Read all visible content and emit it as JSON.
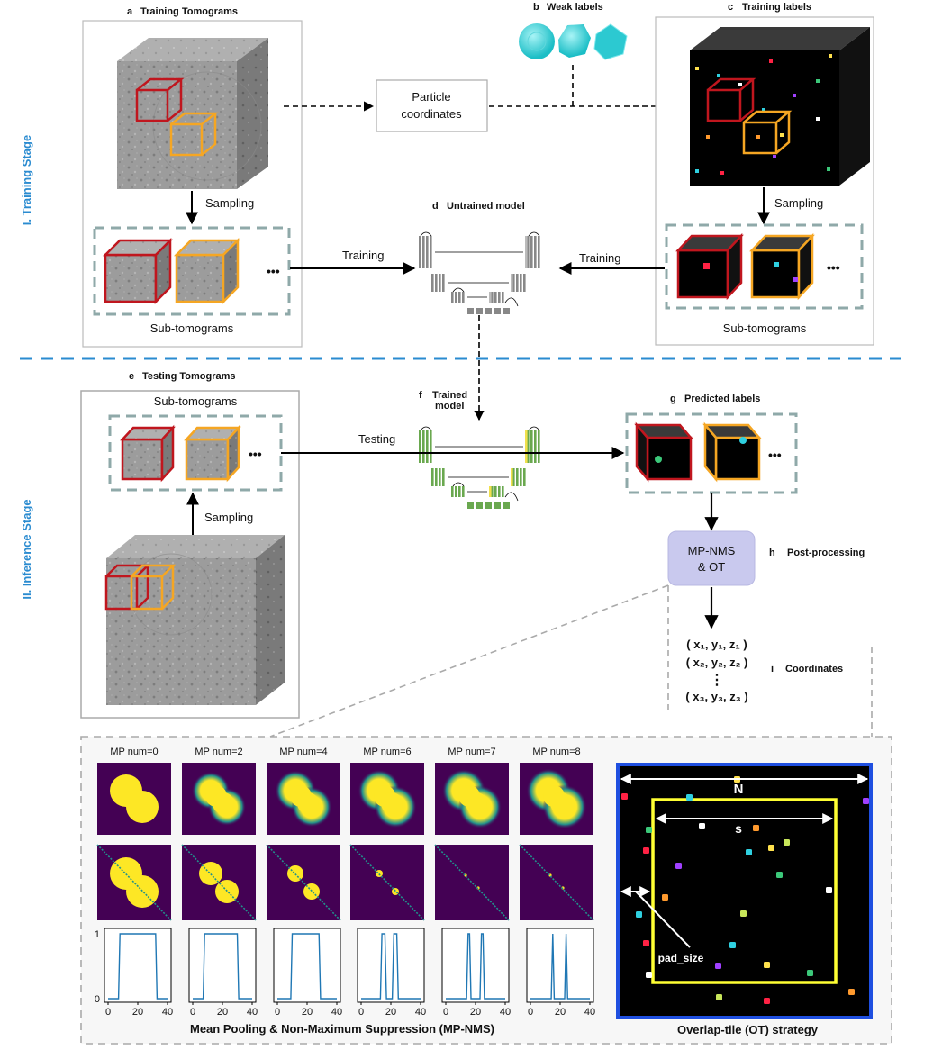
{
  "stage1": "I. Training Stage",
  "stage2": "II. Inference Stage",
  "panels": {
    "a": {
      "letter": "a",
      "title": "Training Tomograms"
    },
    "b": {
      "letter": "b",
      "title": "Weak labels"
    },
    "c": {
      "letter": "c",
      "title": "Training labels"
    },
    "d": {
      "letter": "d",
      "title": "Untrained model"
    },
    "e": {
      "letter": "e",
      "title": "Testing Tomograms"
    },
    "f": {
      "letter": "f",
      "title": "Trained",
      "title2": "model"
    },
    "g": {
      "letter": "g",
      "title": "Predicted labels"
    },
    "h": {
      "letter": "h",
      "title": "Post-processing"
    },
    "i": {
      "letter": "i",
      "title": "Coordinates"
    }
  },
  "labels": {
    "particle1": "Particle",
    "particle2": "coordinates",
    "sampling": "Sampling",
    "training": "Training",
    "testing": "Testing",
    "subtomograms": "Sub-tomograms",
    "ellipsis": "•••",
    "mpnms1": "MP-NMS",
    "mpnms2": "& OT",
    "coord1": "( x₁, y₁, z₁ )",
    "coord2": "( x₂, y₂, z₂ )",
    "coord3": "( x₃, y₃, z₃ )",
    "vdots": "⋮"
  },
  "bottom": {
    "mp_titles": [
      "MP num=0",
      "MP num=2",
      "MP num=4",
      "MP num=6",
      "MP num=7",
      "MP num=8"
    ],
    "caption_left": "Mean Pooling & Non-Maximum Suppression (MP-NMS)",
    "caption_right": "Overlap-tile (OT) strategy",
    "N": "N",
    "s": "s",
    "pad": "pad_size",
    "y_ticks": [
      "0",
      "1"
    ],
    "x_ticks": [
      "0",
      "20",
      "40"
    ]
  },
  "colors": {
    "stage_blue": "#2a8bd0",
    "red_cube": "#c0161e",
    "orange_cube": "#f5a623",
    "box_dash": "#8fa9a9",
    "heat_bg": "#440154",
    "heat_fg": "#fde725",
    "ot_border": "#1f4fe0",
    "ot_inner": "#ffff33",
    "plot_line": "#1f77b4",
    "proc_box": "#c9c9ee"
  },
  "chart_data": {
    "type": "line",
    "x_range": [
      0,
      40
    ],
    "y_range": [
      0,
      1
    ],
    "series": [
      {
        "x": [
          0,
          7,
          8,
          32,
          33,
          40
        ],
        "y": [
          0,
          0,
          1,
          1,
          0,
          0
        ]
      },
      {
        "x": [
          0,
          7,
          8,
          30,
          31,
          40
        ],
        "y": [
          0,
          0,
          1,
          1,
          0,
          0
        ]
      },
      {
        "x": [
          0,
          9,
          10,
          28,
          29,
          40
        ],
        "y": [
          0,
          0,
          1,
          1,
          0,
          0
        ]
      },
      {
        "x": [
          0,
          13,
          14,
          16,
          17,
          21,
          22,
          24,
          25,
          40
        ],
        "y": [
          0,
          0,
          1,
          1,
          0,
          0,
          1,
          1,
          0,
          0
        ]
      },
      {
        "x": [
          0,
          14,
          15,
          16,
          17,
          23,
          24,
          25,
          26,
          40
        ],
        "y": [
          0,
          0,
          1,
          1,
          0,
          0,
          1,
          1,
          0,
          0
        ]
      },
      {
        "x": [
          0,
          14,
          15,
          16,
          23,
          24,
          25,
          40
        ],
        "y": [
          0,
          0,
          1,
          0,
          0,
          1,
          0,
          0
        ]
      }
    ]
  }
}
